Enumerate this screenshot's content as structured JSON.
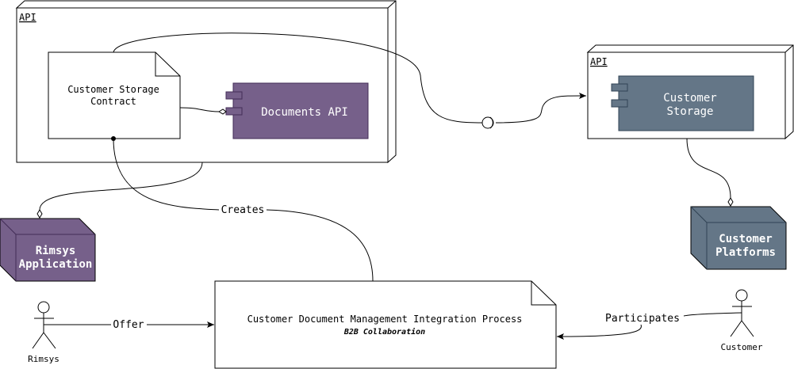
{
  "colors": {
    "documents_api": "#76608a",
    "rimsys_app": "#76608a",
    "customer_storage": "#647687",
    "customer_platforms": "#647687",
    "node_text": "#ffffff"
  },
  "nodes": {
    "api_left": {
      "label": "API"
    },
    "api_right": {
      "label": "API"
    },
    "contract": {
      "line1": "Customer Storage",
      "line2": "Contract"
    },
    "documents_api": {
      "label": "Documents API"
    },
    "customer_storage": {
      "line1": "Customer",
      "line2": "Storage"
    },
    "rimsys_app": {
      "line1": "Rimsys",
      "line2": "Application"
    },
    "customer_platforms": {
      "line1": "Customer",
      "line2": "Platforms"
    },
    "process": {
      "title": "Customer Document Management Integration Process",
      "subtitle": "B2B Collaboration"
    },
    "actor_rimsys": {
      "label": "Rimsys"
    },
    "actor_customer": {
      "label": "Customer"
    }
  },
  "edges": {
    "creates": {
      "label": "Creates"
    },
    "offer": {
      "label": "Offer"
    },
    "participates": {
      "label": "Participates"
    }
  }
}
